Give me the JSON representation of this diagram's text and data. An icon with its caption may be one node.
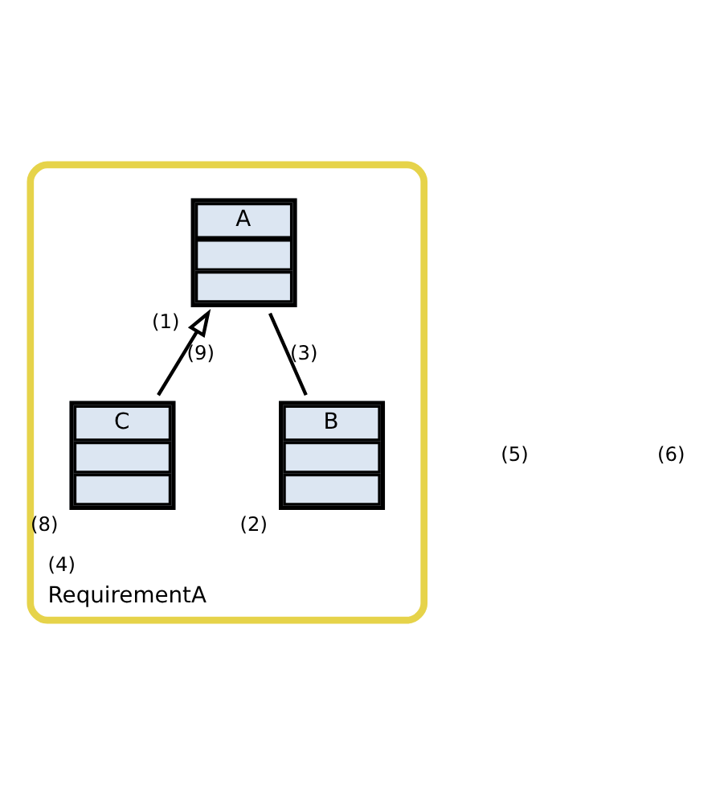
{
  "diagram": {
    "nodes": [
      {
        "text": [
          "RequirementA"
        ],
        "beside": [
          "(4)"
        ]
      },
      {
        "text": [
          "A"
        ],
        "beside": [
          "(1)"
        ],
        "in": 0
      },
      {
        "text": [
          "B"
        ],
        "beside": [
          "(2)"
        ],
        "in": 0
      },
      {
        "text": [
          "C"
        ],
        "beside": [
          "(8)"
        ],
        "in": 0
      }
    ],
    "edges": [
      {
        "from": 2,
        "to": 1,
        "arrow": "none",
        "label": "(3)"
      },
      {
        "from": 3,
        "to": 1,
        "arrow": "to",
        "label": "(9)"
      }
    ],
    "labels": [
      "(5)",
      "(6)"
    ]
  }
}
